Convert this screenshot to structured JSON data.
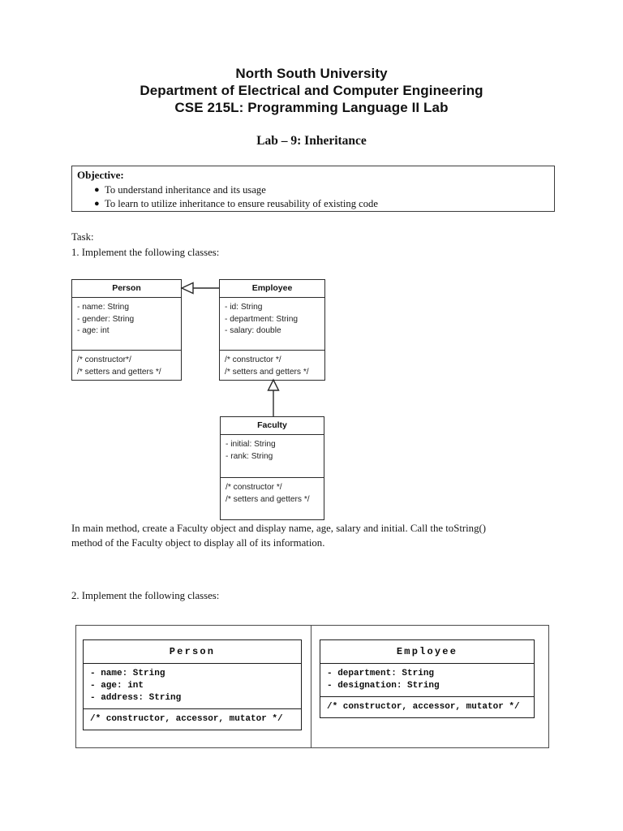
{
  "header": {
    "line1": "North South University",
    "line2": "Department of Electrical and Computer Engineering",
    "line3": "CSE 215L: Programming Language II Lab",
    "lab_title": "Lab – 9: Inheritance"
  },
  "objective": {
    "title": "Objective:",
    "bullet_glyph": "●",
    "items": [
      "To understand inheritance and its usage",
      "To learn to utilize inheritance to ensure reusability of existing code"
    ]
  },
  "body": {
    "task_label": "Task:",
    "task_1": "1. Implement the following classes:",
    "main_paragraph": "In main method, create a Faculty object and display name, age, salary and initial. Call the toString() method of the Faculty object to display all of its information.",
    "task_2": "2. Implement the following classes:"
  },
  "diagram1": {
    "classes": [
      {
        "name": "Person",
        "attributes": [
          "- name: String",
          "- gender: String",
          "- age: int"
        ],
        "methods": [
          "/* constructor*/",
          "/* setters and getters */"
        ]
      },
      {
        "name": "Employee",
        "attributes": [
          "- id: String",
          "- department: String",
          "- salary: double"
        ],
        "methods": [
          "/* constructor */",
          "/* setters and getters */"
        ]
      },
      {
        "name": "Faculty",
        "attributes": [
          "- initial: String",
          "- rank: String"
        ],
        "methods": [
          "/* constructor */",
          "/* setters and getters */"
        ]
      }
    ],
    "relations": [
      {
        "from": "Employee",
        "to": "Person",
        "type": "generalization",
        "direction": "left"
      },
      {
        "from": "Faculty",
        "to": "Employee",
        "type": "generalization",
        "direction": "up"
      }
    ]
  },
  "diagram2": {
    "classes": [
      {
        "name": "Person",
        "attributes": [
          "- name: String",
          "- age: int",
          "- address: String"
        ],
        "methods": [
          "/* constructor, accessor, mutator */"
        ]
      },
      {
        "name": "Employee",
        "attributes": [
          "- department: String",
          "- designation: String"
        ],
        "methods": [
          "/* constructor, accessor, mutator */"
        ]
      }
    ]
  },
  "colors": {
    "text": "#151515",
    "border": "#2b2b2b",
    "page_background": "#ffffff"
  }
}
